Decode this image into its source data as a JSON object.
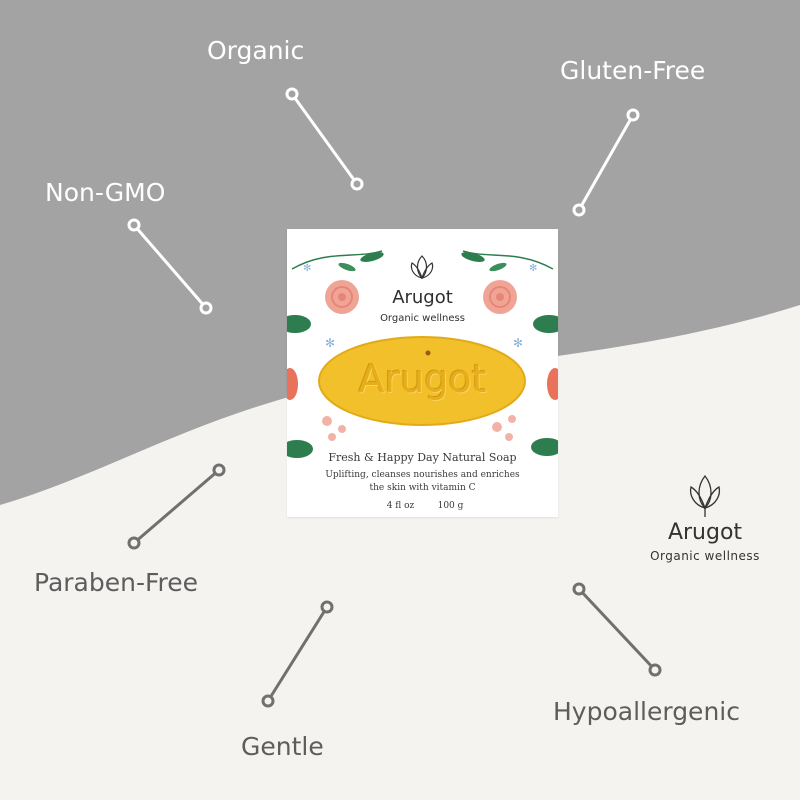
{
  "features": {
    "organic": "Organic",
    "gluten_free": "Gluten-Free",
    "non_gmo": "Non-GMO",
    "paraben_free": "Paraben-Free",
    "gentle": "Gentle",
    "hypoallergenic": "Hypoallergenic"
  },
  "product_box": {
    "brand": "Arugot",
    "tagline": "Organic wellness",
    "soap_imprint": "Arugot",
    "product_name": "Fresh & Happy Day Natural Soap",
    "description_line1": "Uplifting, cleanses nourishes and enriches",
    "description_line2": "the skin with vitamin C",
    "volume": "4 fl oz",
    "weight": "100 g"
  },
  "side_logo": {
    "brand": "Arugot",
    "tagline": "Organic wellness"
  },
  "colors": {
    "background_gray": "#a3a3a3",
    "background_light": "#f5f3f0",
    "connector_white": "#ffffff",
    "connector_gray": "#707070",
    "soap_yellow": "#f2c02a",
    "rose_pink": "#f0a496",
    "leaf_green": "#2e7d4f"
  }
}
